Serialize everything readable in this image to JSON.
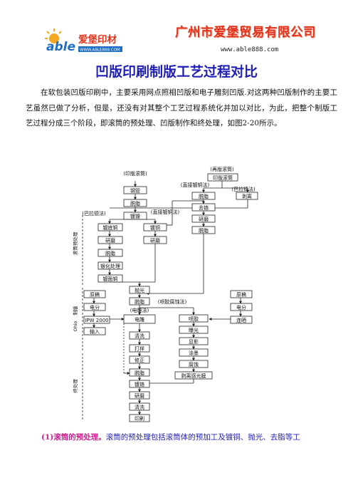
{
  "header": {
    "logo_text": "爱堡印材",
    "logo_sub": "WWW.ABLE888.COM",
    "logo_letters": "able",
    "company": "广州市爱堡贸易有限公司",
    "website": "www.able888.com"
  },
  "title": "凹版印刷制版工艺过程对比",
  "intro": "在软包装凹版印刷中，主要采用网点照相凹版和电子雕刻凹版.对这两种凹版制作的主要工艺虽然已做了分析，但是，还没有对其整个工艺过程系统化并加以对比，为此，把整个制版工艺过程分成三个阶段，即滚筒的预处理、凹版制作和终处理，如图2-20所示。",
  "figure": {
    "boxes": {
      "new_cyl_label": "(印版滚筒)",
      "steel_pipe": "钢管",
      "degrease1": "脱脂",
      "nickel": "镀镍",
      "used_cyl_label": "(再版滚筒)",
      "print_cyl": "印版滚筒",
      "direct_cu_label1": "(直接镀铜法)",
      "degrease2": "脱脂",
      "strip_cr": "去铬",
      "grind1": "研磨",
      "degrease3": "脱脂",
      "ballard_label1": "(巴拉德法)",
      "peel": "剥离",
      "ballard_label2": "(巴拉德法)",
      "base_cu": "镀底铜",
      "grind2": "研磨",
      "degrease4": "脱脂",
      "silver": "银化处理",
      "face_cu": "镀面铜",
      "direct_cu_label2": "(直接镀铜法)",
      "cu_plate": "镀铜",
      "grind3": "研磨",
      "polish": "抛光",
      "degrease5": "脱脂",
      "original1": "原稿",
      "electrode": "电分",
      "ipw": "IPW 2000",
      "input": "输入",
      "engrave_label": "(电雕法)",
      "electro_engrave": "电雕",
      "spray_label": "(喷胶腐蚀法)",
      "spray_glue": "喷胶",
      "exposure": "曝光",
      "develop": "显影",
      "ink_coat": "涂墨",
      "etch": "腐蚀",
      "strip_photo": "剥离感光膜",
      "original2": "原稿",
      "electrode2": "电分",
      "shoot": "连晒",
      "wash1": "清洗",
      "proof": "打样",
      "correct": "修正",
      "degrease6": "脱脂",
      "chrome": "镀铬",
      "grind4": "研磨",
      "wash2": "清洗",
      "printing": "印刷"
    },
    "stage_labels": {
      "pre": "滚筒预处理",
      "make": "制版",
      "ohio": "Ohio",
      "final": "终处理"
    }
  },
  "bottom": {
    "highlight": "(1)滚筒的预处理。",
    "rest": "滚筒的预处理包括滚筒体的预加工及镀铜、抛光、去脂等工"
  }
}
